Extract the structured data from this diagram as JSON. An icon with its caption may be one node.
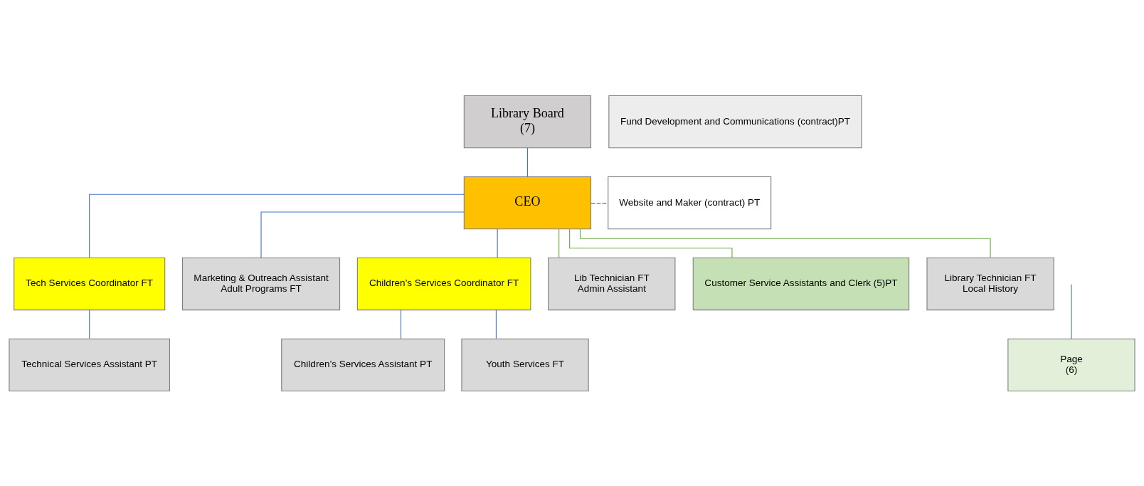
{
  "diagram": {
    "nodes": [
      {
        "text": [
          "Library Board",
          "(7)"
        ]
      },
      {
        "text": [
          "Fund Development and Communications (contract)PT"
        ]
      },
      {
        "text": [
          "CEO"
        ]
      },
      {
        "text": [
          "Website and Maker (contract) PT"
        ]
      },
      {
        "text": [
          "Tech Services Coordinator FT"
        ]
      },
      {
        "text": [
          "Marketing & Outreach Assistant",
          "Adult Programs FT"
        ]
      },
      {
        "text": [
          "Children’s Services Coordinator FT"
        ]
      },
      {
        "text": [
          "Lib Technician FT",
          "Admin Assistant"
        ]
      },
      {
        "text": [
          "Customer Service Assistants and Clerk (5)PT"
        ]
      },
      {
        "text": [
          "Library Technician FT",
          "Local History"
        ]
      },
      {
        "text": [
          "Technical Services Assistant PT"
        ]
      },
      {
        "text": [
          "Children’s Services Assistant PT"
        ]
      },
      {
        "text": [
          "Youth Services FT"
        ]
      },
      {
        "text": [
          "Page",
          "(6)"
        ]
      }
    ],
    "edges": [
      {
        "from": 0,
        "to": 2,
        "arrow": "none"
      },
      {
        "from": 2,
        "to": 3,
        "arrow": "none",
        "style": "dashed"
      },
      {
        "from": 2,
        "to": 4,
        "arrow": "none"
      },
      {
        "from": 2,
        "to": 5,
        "arrow": "none"
      },
      {
        "from": 2,
        "to": 6,
        "arrow": "none"
      },
      {
        "from": 2,
        "to": 7,
        "arrow": "none",
        "color": "#70ad47"
      },
      {
        "from": 2,
        "to": 8,
        "arrow": "none",
        "color": "#70ad47"
      },
      {
        "from": 2,
        "to": 9,
        "arrow": "none",
        "color": "#70ad47"
      },
      {
        "from": 4,
        "to": 10,
        "arrow": "none"
      },
      {
        "from": 6,
        "to": 11,
        "arrow": "none"
      },
      {
        "from": 6,
        "to": 12,
        "arrow": "none"
      },
      {
        "from": null,
        "to": 13,
        "arrow": "none"
      }
    ]
  }
}
